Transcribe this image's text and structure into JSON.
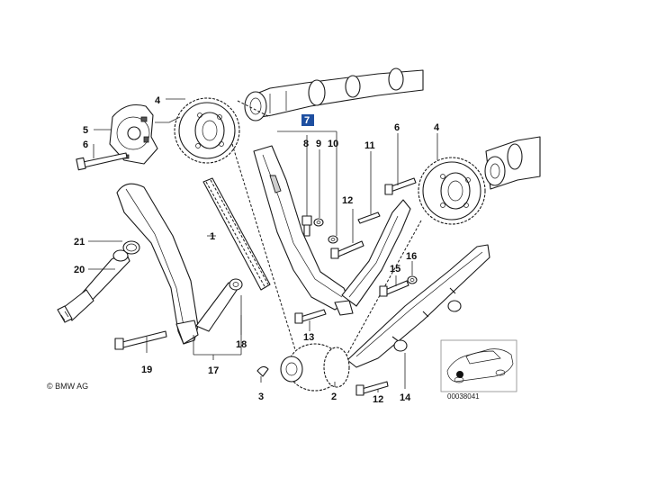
{
  "labels": {
    "l1": "1",
    "l2": "2",
    "l3": "3",
    "l4a": "4",
    "l4b": "4",
    "l5": "5",
    "l6a": "6",
    "l6b": "6",
    "l7": "7",
    "l8": "8",
    "l9": "9",
    "l10": "10",
    "l11": "11",
    "l12a": "12",
    "l12b": "12",
    "l13": "13",
    "l14": "14",
    "l15": "15",
    "l16": "16",
    "l17": "17",
    "l18": "18",
    "l19": "19",
    "l20": "20",
    "l21": "21"
  },
  "copyright": "© BMW AG",
  "diagram_code": "00038041",
  "highlight_color": "#1e4fa0"
}
